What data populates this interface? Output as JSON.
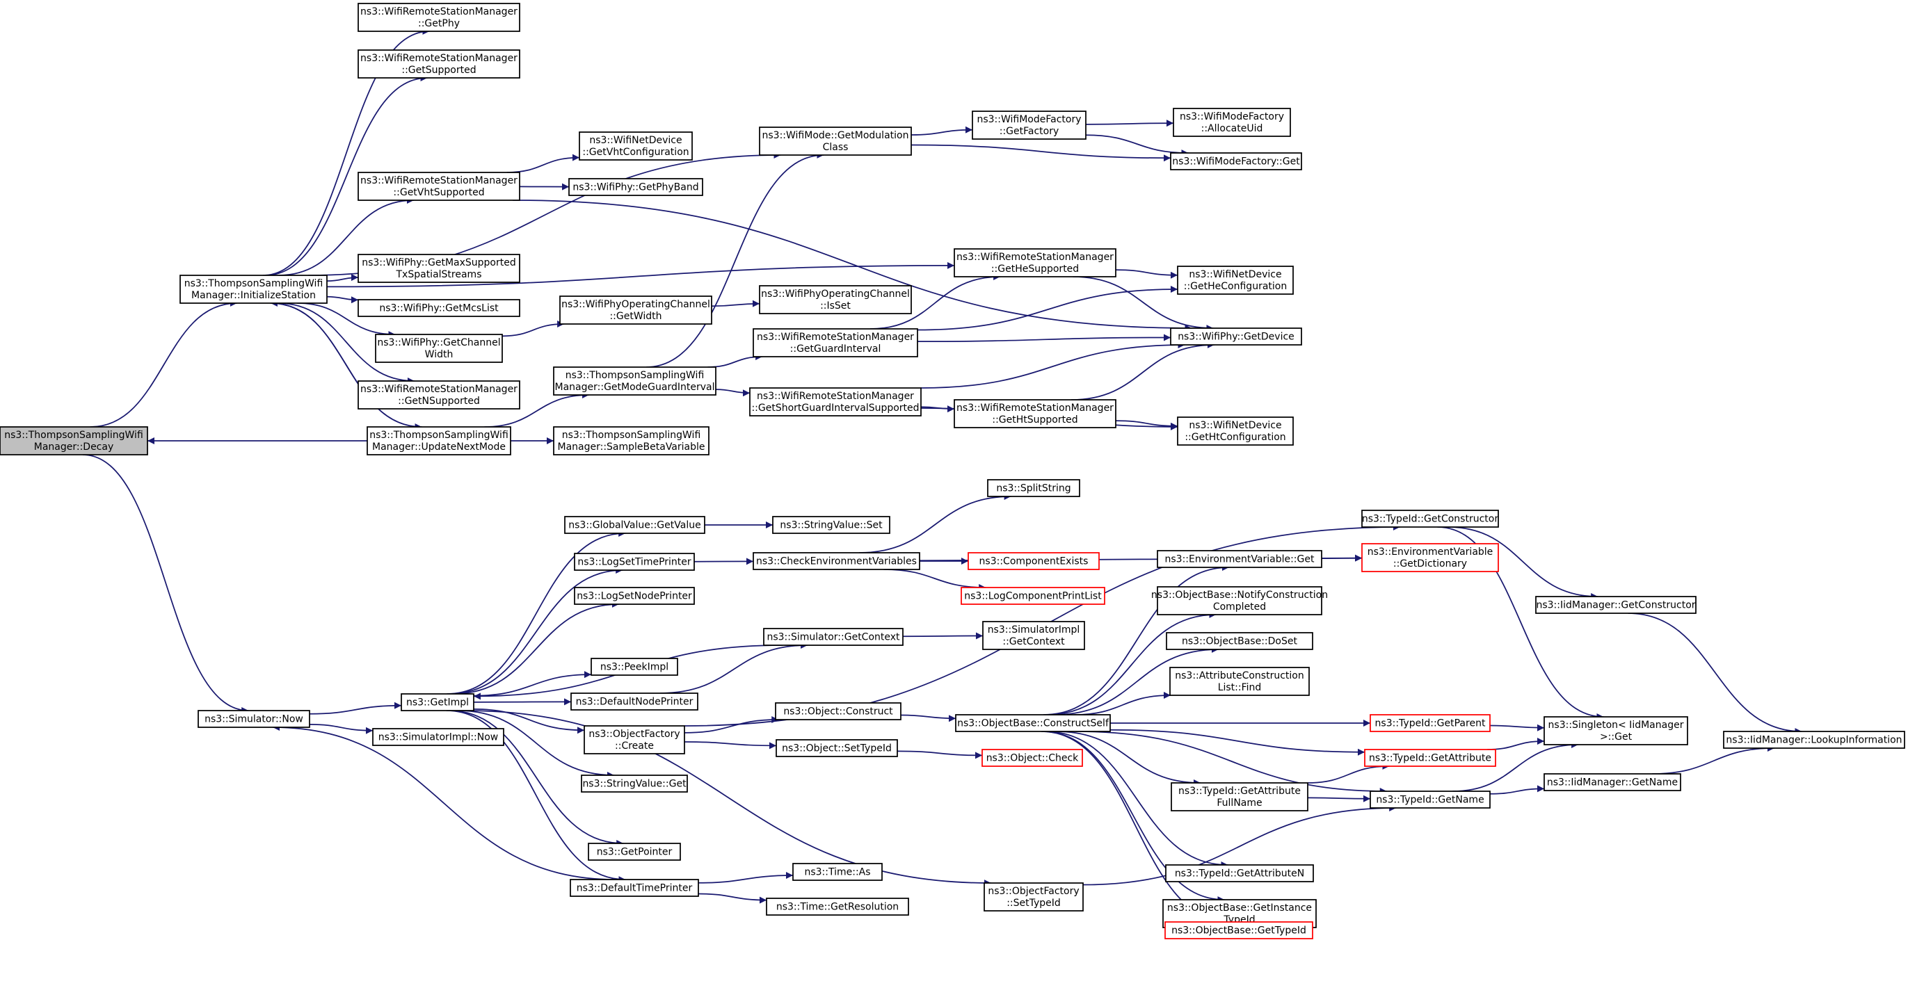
{
  "colors": {
    "edge": "#191970",
    "node_border": "#000000",
    "truncated_node_border": "#ff0000",
    "root_fill": "#bfbfbf",
    "node_fill": "#ffffff"
  },
  "nodes": [
    {
      "id": "decay",
      "lines": [
        "ns3::ThompsonSamplingWifi",
        "Manager::Decay"
      ],
      "style": "root"
    },
    {
      "id": "initsta",
      "lines": [
        "ns3::ThompsonSamplingWifi",
        "Manager::InitializeStation"
      ]
    },
    {
      "id": "getphy",
      "lines": [
        "ns3::WifiRemoteStationManager",
        "::GetPhy"
      ]
    },
    {
      "id": "getsupported",
      "lines": [
        "ns3::WifiRemoteStationManager",
        "::GetSupported"
      ]
    },
    {
      "id": "getvhtsup",
      "lines": [
        "ns3::WifiRemoteStationManager",
        "::GetVhtSupported"
      ]
    },
    {
      "id": "getmaxss",
      "lines": [
        "ns3::WifiPhy::GetMaxSupported",
        "TxSpatialStreams"
      ]
    },
    {
      "id": "getmcslist",
      "lines": [
        "ns3::WifiPhy::GetMcsList"
      ]
    },
    {
      "id": "getchanwidth",
      "lines": [
        "ns3::WifiPhy::GetChannel",
        "Width"
      ]
    },
    {
      "id": "getnsup",
      "lines": [
        "ns3::WifiRemoteStationManager",
        "::GetNSupported"
      ]
    },
    {
      "id": "updnext",
      "lines": [
        "ns3::ThompsonSamplingWifi",
        "Manager::UpdateNextMode"
      ]
    },
    {
      "id": "getvhtconf",
      "lines": [
        "ns3::WifiNetDevice",
        "::GetVhtConfiguration"
      ]
    },
    {
      "id": "getphyband",
      "lines": [
        "ns3::WifiPhy::GetPhyBand"
      ]
    },
    {
      "id": "opchwidth",
      "lines": [
        "ns3::WifiPhyOperatingChannel",
        "::GetWidth"
      ]
    },
    {
      "id": "getmodegi",
      "lines": [
        "ns3::ThompsonSamplingWifi",
        "Manager::GetModeGuardInterval"
      ]
    },
    {
      "id": "samplebeta",
      "lines": [
        "ns3::ThompsonSamplingWifi",
        "Manager::SampleBetaVariable"
      ]
    },
    {
      "id": "getmodclass",
      "lines": [
        "ns3::WifiMode::GetModulation",
        "Class"
      ]
    },
    {
      "id": "opchisset",
      "lines": [
        "ns3::WifiPhyOperatingChannel",
        "::IsSet"
      ]
    },
    {
      "id": "getgi",
      "lines": [
        "ns3::WifiRemoteStationManager",
        "::GetGuardInterval"
      ]
    },
    {
      "id": "getsgisup",
      "lines": [
        "ns3::WifiRemoteStationManager",
        "::GetShortGuardIntervalSupported"
      ]
    },
    {
      "id": "modefactory",
      "lines": [
        "ns3::WifiModeFactory",
        "::GetFactory"
      ]
    },
    {
      "id": "hesup",
      "lines": [
        "ns3::WifiRemoteStationManager",
        "::GetHeSupported"
      ]
    },
    {
      "id": "htsup",
      "lines": [
        "ns3::WifiRemoteStationManager",
        "::GetHtSupported"
      ]
    },
    {
      "id": "allocuid",
      "lines": [
        "ns3::WifiModeFactory",
        "::AllocateUid"
      ]
    },
    {
      "id": "mfget",
      "lines": [
        "ns3::WifiModeFactory::Get"
      ]
    },
    {
      "id": "heconf",
      "lines": [
        "ns3::WifiNetDevice",
        "::GetHeConfiguration"
      ]
    },
    {
      "id": "getdevice",
      "lines": [
        "ns3::WifiPhy::GetDevice"
      ]
    },
    {
      "id": "htconf",
      "lines": [
        "ns3::WifiNetDevice",
        "::GetHtConfiguration"
      ]
    },
    {
      "id": "simnow",
      "lines": [
        "ns3::Simulator::Now"
      ]
    },
    {
      "id": "getimpl",
      "lines": [
        "ns3::GetImpl"
      ]
    },
    {
      "id": "simimplnow",
      "lines": [
        "ns3::SimulatorImpl::Now"
      ]
    },
    {
      "id": "gvget",
      "lines": [
        "ns3::GlobalValue::GetValue"
      ]
    },
    {
      "id": "logtp",
      "lines": [
        "ns3::LogSetTimePrinter"
      ]
    },
    {
      "id": "lognp",
      "lines": [
        "ns3::LogSetNodePrinter"
      ]
    },
    {
      "id": "peekimpl",
      "lines": [
        "ns3::PeekImpl"
      ]
    },
    {
      "id": "defnp",
      "lines": [
        "ns3::DefaultNodePrinter"
      ]
    },
    {
      "id": "ofcreate",
      "lines": [
        "ns3::ObjectFactory",
        "::Create"
      ]
    },
    {
      "id": "svget",
      "lines": [
        "ns3::StringValue::Get"
      ]
    },
    {
      "id": "getpointer",
      "lines": [
        "ns3::GetPointer"
      ]
    },
    {
      "id": "deftp",
      "lines": [
        "ns3::DefaultTimePrinter"
      ]
    },
    {
      "id": "svset",
      "lines": [
        "ns3::StringValue::Set"
      ]
    },
    {
      "id": "checkenv",
      "lines": [
        "ns3::CheckEnvironmentVariables"
      ]
    },
    {
      "id": "simgetctx",
      "lines": [
        "ns3::Simulator::GetContext"
      ]
    },
    {
      "id": "objconstruct",
      "lines": [
        "ns3::Object::Construct"
      ]
    },
    {
      "id": "objsettid",
      "lines": [
        "ns3::Object::SetTypeId"
      ]
    },
    {
      "id": "timeas",
      "lines": [
        "ns3::Time::As"
      ]
    },
    {
      "id": "timeres",
      "lines": [
        "ns3::Time::GetResolution"
      ]
    },
    {
      "id": "splitstr",
      "lines": [
        "ns3::SplitString"
      ]
    },
    {
      "id": "compexists",
      "lines": [
        "ns3::ComponentExists"
      ],
      "style": "red"
    },
    {
      "id": "logcpl",
      "lines": [
        "ns3::LogComponentPrintList"
      ],
      "style": "red"
    },
    {
      "id": "simimplctx",
      "lines": [
        "ns3::SimulatorImpl",
        "::GetContext"
      ]
    },
    {
      "id": "objbasecs",
      "lines": [
        "ns3::ObjectBase::ConstructSelf"
      ]
    },
    {
      "id": "objcheck",
      "lines": [
        "ns3::Object::Check"
      ],
      "style": "red"
    },
    {
      "id": "ofsettid",
      "lines": [
        "ns3::ObjectFactory",
        "::SetTypeId"
      ]
    },
    {
      "id": "envget",
      "lines": [
        "ns3::EnvironmentVariable::Get"
      ]
    },
    {
      "id": "notifycc",
      "lines": [
        "ns3::ObjectBase::NotifyConstruction",
        "Completed"
      ]
    },
    {
      "id": "doset",
      "lines": [
        "ns3::ObjectBase::DoSet"
      ]
    },
    {
      "id": "acfind",
      "lines": [
        "ns3::AttributeConstruction",
        "List::Find"
      ]
    },
    {
      "id": "getattrfn",
      "lines": [
        "ns3::TypeId::GetAttribute",
        "FullName"
      ]
    },
    {
      "id": "getattrn",
      "lines": [
        "ns3::TypeId::GetAttributeN"
      ]
    },
    {
      "id": "getinsttid",
      "lines": [
        "ns3::ObjectBase::GetInstance",
        "TypeId"
      ]
    },
    {
      "id": "obgettid",
      "lines": [
        "ns3::ObjectBase::GetTypeId"
      ],
      "style": "red"
    },
    {
      "id": "tidgetctor",
      "lines": [
        "ns3::TypeId::GetConstructor"
      ]
    },
    {
      "id": "envgetdict",
      "lines": [
        "ns3::EnvironmentVariable",
        "::GetDictionary"
      ],
      "style": "red"
    },
    {
      "id": "tidgetparent",
      "lines": [
        "ns3::TypeId::GetParent"
      ],
      "style": "red"
    },
    {
      "id": "tidgetattr",
      "lines": [
        "ns3::TypeId::GetAttribute"
      ],
      "style": "red"
    },
    {
      "id": "tidgetname",
      "lines": [
        "ns3::TypeId::GetName"
      ]
    },
    {
      "id": "iidgetctor",
      "lines": [
        "ns3::IidManager::GetConstructor"
      ]
    },
    {
      "id": "singletonget",
      "lines": [
        "ns3::Singleton< IidManager",
        ">::Get"
      ]
    },
    {
      "id": "iidgetname",
      "lines": [
        "ns3::IidManager::GetName"
      ]
    },
    {
      "id": "iidlookup",
      "lines": [
        "ns3::IidManager::LookupInformation"
      ]
    }
  ],
  "edges": [
    [
      "decay",
      "initsta"
    ],
    [
      "decay",
      "simnow"
    ],
    [
      "updnext",
      "decay"
    ],
    [
      "initsta",
      "getphy"
    ],
    [
      "initsta",
      "getsupported"
    ],
    [
      "initsta",
      "getvhtsup"
    ],
    [
      "initsta",
      "getmaxss"
    ],
    [
      "initsta",
      "getmcslist"
    ],
    [
      "initsta",
      "getchanwidth"
    ],
    [
      "initsta",
      "getnsup"
    ],
    [
      "initsta",
      "updnext"
    ],
    [
      "initsta",
      "getmodclass"
    ],
    [
      "initsta",
      "hesup"
    ],
    [
      "getvhtsup",
      "getvhtconf"
    ],
    [
      "getvhtsup",
      "getphyband"
    ],
    [
      "getvhtsup",
      "getdevice"
    ],
    [
      "getchanwidth",
      "opchwidth"
    ],
    [
      "opchwidth",
      "opchisset"
    ],
    [
      "updnext",
      "initsta"
    ],
    [
      "updnext",
      "getmodegi"
    ],
    [
      "updnext",
      "samplebeta"
    ],
    [
      "getmodegi",
      "getmodclass"
    ],
    [
      "getmodegi",
      "getgi"
    ],
    [
      "getmodegi",
      "getsgisup"
    ],
    [
      "getmodclass",
      "modefactory"
    ],
    [
      "getmodclass",
      "mfget"
    ],
    [
      "modefactory",
      "allocuid"
    ],
    [
      "modefactory",
      "mfget"
    ],
    [
      "getgi",
      "hesup"
    ],
    [
      "getgi",
      "heconf"
    ],
    [
      "getgi",
      "getdevice"
    ],
    [
      "getsgisup",
      "getdevice"
    ],
    [
      "getsgisup",
      "htsup"
    ],
    [
      "getsgisup",
      "htconf"
    ],
    [
      "hesup",
      "heconf"
    ],
    [
      "hesup",
      "getdevice"
    ],
    [
      "htsup",
      "getdevice"
    ],
    [
      "htsup",
      "htconf"
    ],
    [
      "simnow",
      "getimpl"
    ],
    [
      "simnow",
      "simimplnow"
    ],
    [
      "getimpl",
      "gvget"
    ],
    [
      "getimpl",
      "logtp"
    ],
    [
      "getimpl",
      "lognp"
    ],
    [
      "getimpl",
      "peekimpl"
    ],
    [
      "getimpl",
      "defnp"
    ],
    [
      "getimpl",
      "ofcreate"
    ],
    [
      "getimpl",
      "svget"
    ],
    [
      "getimpl",
      "getpointer"
    ],
    [
      "getimpl",
      "deftp"
    ],
    [
      "getimpl",
      "ofsettid"
    ],
    [
      "gvget",
      "svset"
    ],
    [
      "logtp",
      "checkenv"
    ],
    [
      "checkenv",
      "splitstr"
    ],
    [
      "checkenv",
      "compexists"
    ],
    [
      "checkenv",
      "logcpl"
    ],
    [
      "checkenv",
      "envgetdict"
    ],
    [
      "simgetctx",
      "getimpl"
    ],
    [
      "simgetctx",
      "simimplctx"
    ],
    [
      "defnp",
      "simgetctx"
    ],
    [
      "ofcreate",
      "objconstruct"
    ],
    [
      "ofcreate",
      "objsettid"
    ],
    [
      "ofcreate",
      "tidgetctor"
    ],
    [
      "objconstruct",
      "objbasecs"
    ],
    [
      "objsettid",
      "objcheck"
    ],
    [
      "deftp",
      "simnow"
    ],
    [
      "deftp",
      "timeas"
    ],
    [
      "deftp",
      "timeres"
    ],
    [
      "ofsettid",
      "tidgetname"
    ],
    [
      "objbasecs",
      "envget"
    ],
    [
      "objbasecs",
      "notifycc"
    ],
    [
      "objbasecs",
      "doset"
    ],
    [
      "objbasecs",
      "acfind"
    ],
    [
      "objbasecs",
      "tidgetparent"
    ],
    [
      "objbasecs",
      "tidgetattr"
    ],
    [
      "objbasecs",
      "getattrfn"
    ],
    [
      "objbasecs",
      "getattrn"
    ],
    [
      "objbasecs",
      "getinsttid"
    ],
    [
      "objbasecs",
      "obgettid"
    ],
    [
      "objbasecs",
      "tidgetname"
    ],
    [
      "envget",
      "envgetdict"
    ],
    [
      "getattrfn",
      "tidgetattr"
    ],
    [
      "getattrfn",
      "tidgetname"
    ],
    [
      "tidgetctor",
      "iidgetctor"
    ],
    [
      "tidgetctor",
      "singletonget"
    ],
    [
      "iidgetctor",
      "iidlookup"
    ],
    [
      "tidgetparent",
      "singletonget"
    ],
    [
      "tidgetattr",
      "singletonget"
    ],
    [
      "tidgetname",
      "singletonget"
    ],
    [
      "tidgetname",
      "iidgetname"
    ],
    [
      "iidgetname",
      "iidlookup"
    ]
  ]
}
